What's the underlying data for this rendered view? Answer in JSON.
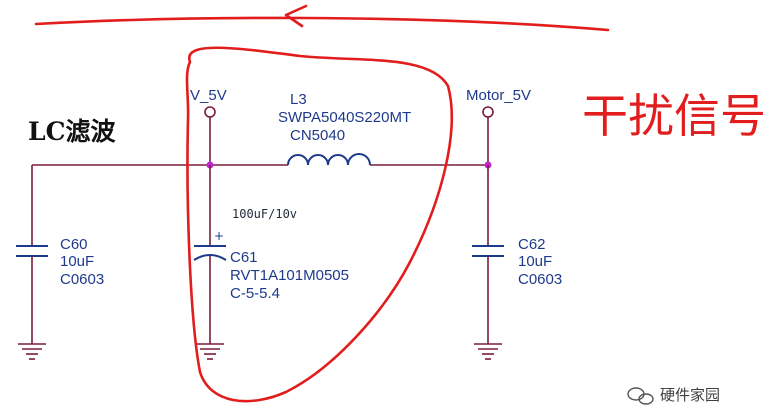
{
  "title": "LC滤波",
  "nets": {
    "in": "V_5V",
    "out": "Motor_5V"
  },
  "inductor": {
    "ref": "L3",
    "part": "SWPA5040S220MT",
    "package": "CN5040"
  },
  "capacitors": [
    {
      "ref": "C60",
      "value": "10uF",
      "package": "C0603"
    },
    {
      "ref": "C61",
      "part": "RVT1A101M0505",
      "package": "C-5-5.4",
      "note": "100uF/10v"
    },
    {
      "ref": "C62",
      "value": "10uF",
      "package": "C0603"
    }
  ],
  "annotation": "干扰信号",
  "watermark": "硬件家园"
}
